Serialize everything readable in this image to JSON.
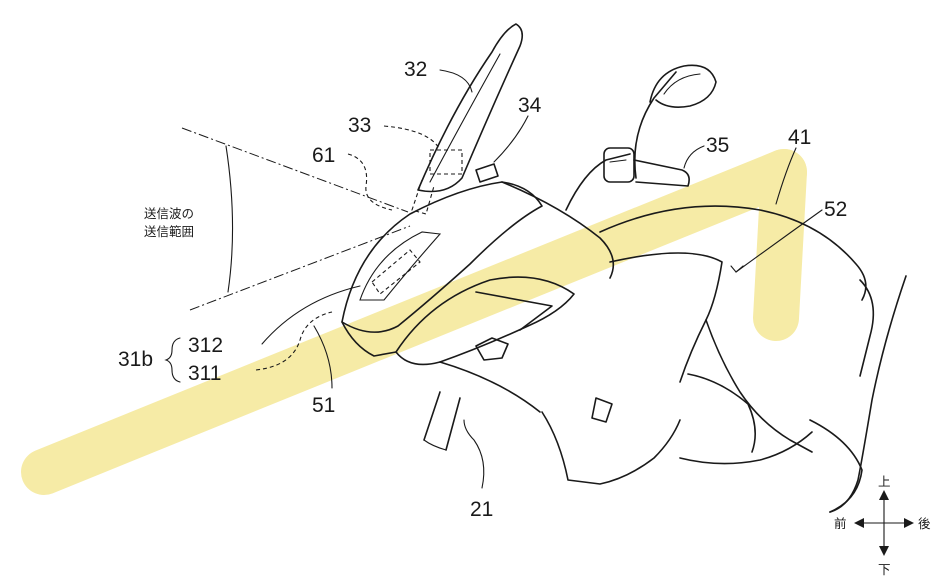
{
  "labels": {
    "windscreen": "32",
    "bracket": "33",
    "mirror_stay": "34",
    "handlebar_grip": "35",
    "fuel_tank": "41",
    "tank_cover": "52",
    "sensor": "61",
    "group": "31b",
    "part_312": "312",
    "part_311": "311",
    "front_cowl": "51",
    "front_fork": "21"
  },
  "range_label": {
    "line1": "送信波の",
    "line2": "送信範囲"
  },
  "compass": {
    "up": "上",
    "down": "下",
    "front": "前",
    "rear": "後"
  },
  "colors": {
    "highlight": "#f6eba6",
    "line": "#1a1a1a"
  }
}
